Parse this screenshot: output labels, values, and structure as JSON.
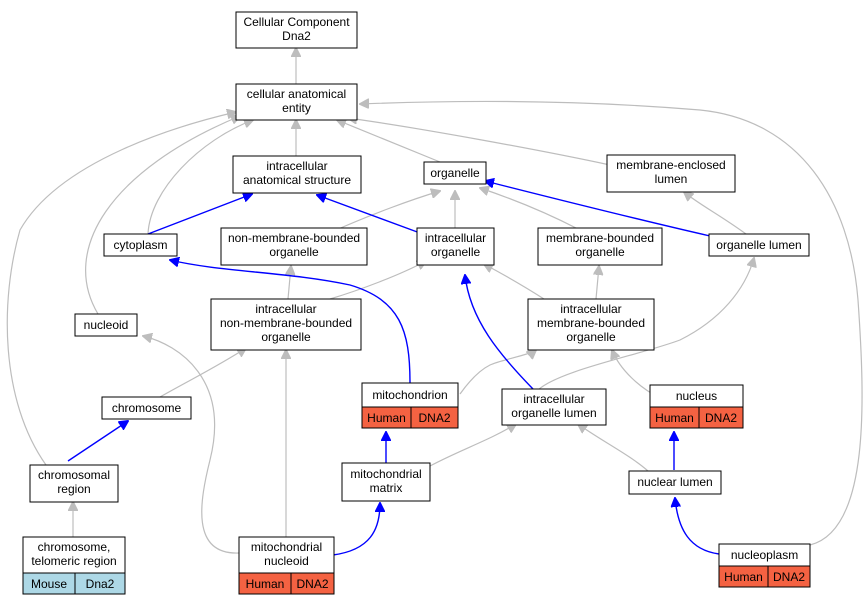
{
  "colors": {
    "gray_edge": "#bdbdbd",
    "blue_edge": "#0000ff",
    "human_badge": "#f46242",
    "mouse_badge": "#add8e6"
  },
  "nodes": {
    "root": {
      "line1": "Cellular Component",
      "line2": "Dna2"
    },
    "cellular_anatomical_entity": {
      "line1": "cellular anatomical",
      "line2": "entity"
    },
    "intracellular_anatomical_structure": {
      "line1": "intracellular",
      "line2": "anatomical structure"
    },
    "organelle": {
      "line1": "organelle"
    },
    "membrane_enclosed_lumen": {
      "line1": "membrane-enclosed",
      "line2": "lumen"
    },
    "cytoplasm": {
      "line1": "cytoplasm"
    },
    "non_membrane_bounded_organelle": {
      "line1": "non-membrane-bounded",
      "line2": "organelle"
    },
    "intracellular_organelle": {
      "line1": "intracellular",
      "line2": "organelle"
    },
    "membrane_bounded_organelle": {
      "line1": "membrane-bounded",
      "line2": "organelle"
    },
    "organelle_lumen": {
      "line1": "organelle lumen"
    },
    "nucleoid": {
      "line1": "nucleoid"
    },
    "intracellular_non_membrane_bounded_organelle": {
      "line1": "intracellular",
      "line2": "non-membrane-bounded",
      "line3": "organelle"
    },
    "intracellular_membrane_bounded_organelle": {
      "line1": "intracellular",
      "line2": "membrane-bounded",
      "line3": "organelle"
    },
    "mitochondrion": {
      "line1": "mitochondrion",
      "badge1": "Human",
      "badge2": "DNA2"
    },
    "nucleus": {
      "line1": "nucleus",
      "badge1": "Human",
      "badge2": "DNA2"
    },
    "chromosome": {
      "line1": "chromosome"
    },
    "intracellular_organelle_lumen": {
      "line1": "intracellular",
      "line2": "organelle lumen"
    },
    "chromosomal_region": {
      "line1": "chromosomal",
      "line2": "region"
    },
    "mitochondrial_matrix": {
      "line1": "mitochondrial",
      "line2": "matrix"
    },
    "nuclear_lumen": {
      "line1": "nuclear lumen"
    },
    "chromosome_telomeric_region": {
      "line1": "chromosome,",
      "line2": "telomeric region",
      "badge1": "Mouse",
      "badge2": "Dna2"
    },
    "mitochondrial_nucleoid": {
      "line1": "mitochondrial",
      "line2": "nucleoid",
      "badge1": "Human",
      "badge2": "DNA2"
    },
    "nucleoplasm": {
      "line1": "nucleoplasm",
      "badge1": "Human",
      "badge2": "DNA2"
    }
  }
}
